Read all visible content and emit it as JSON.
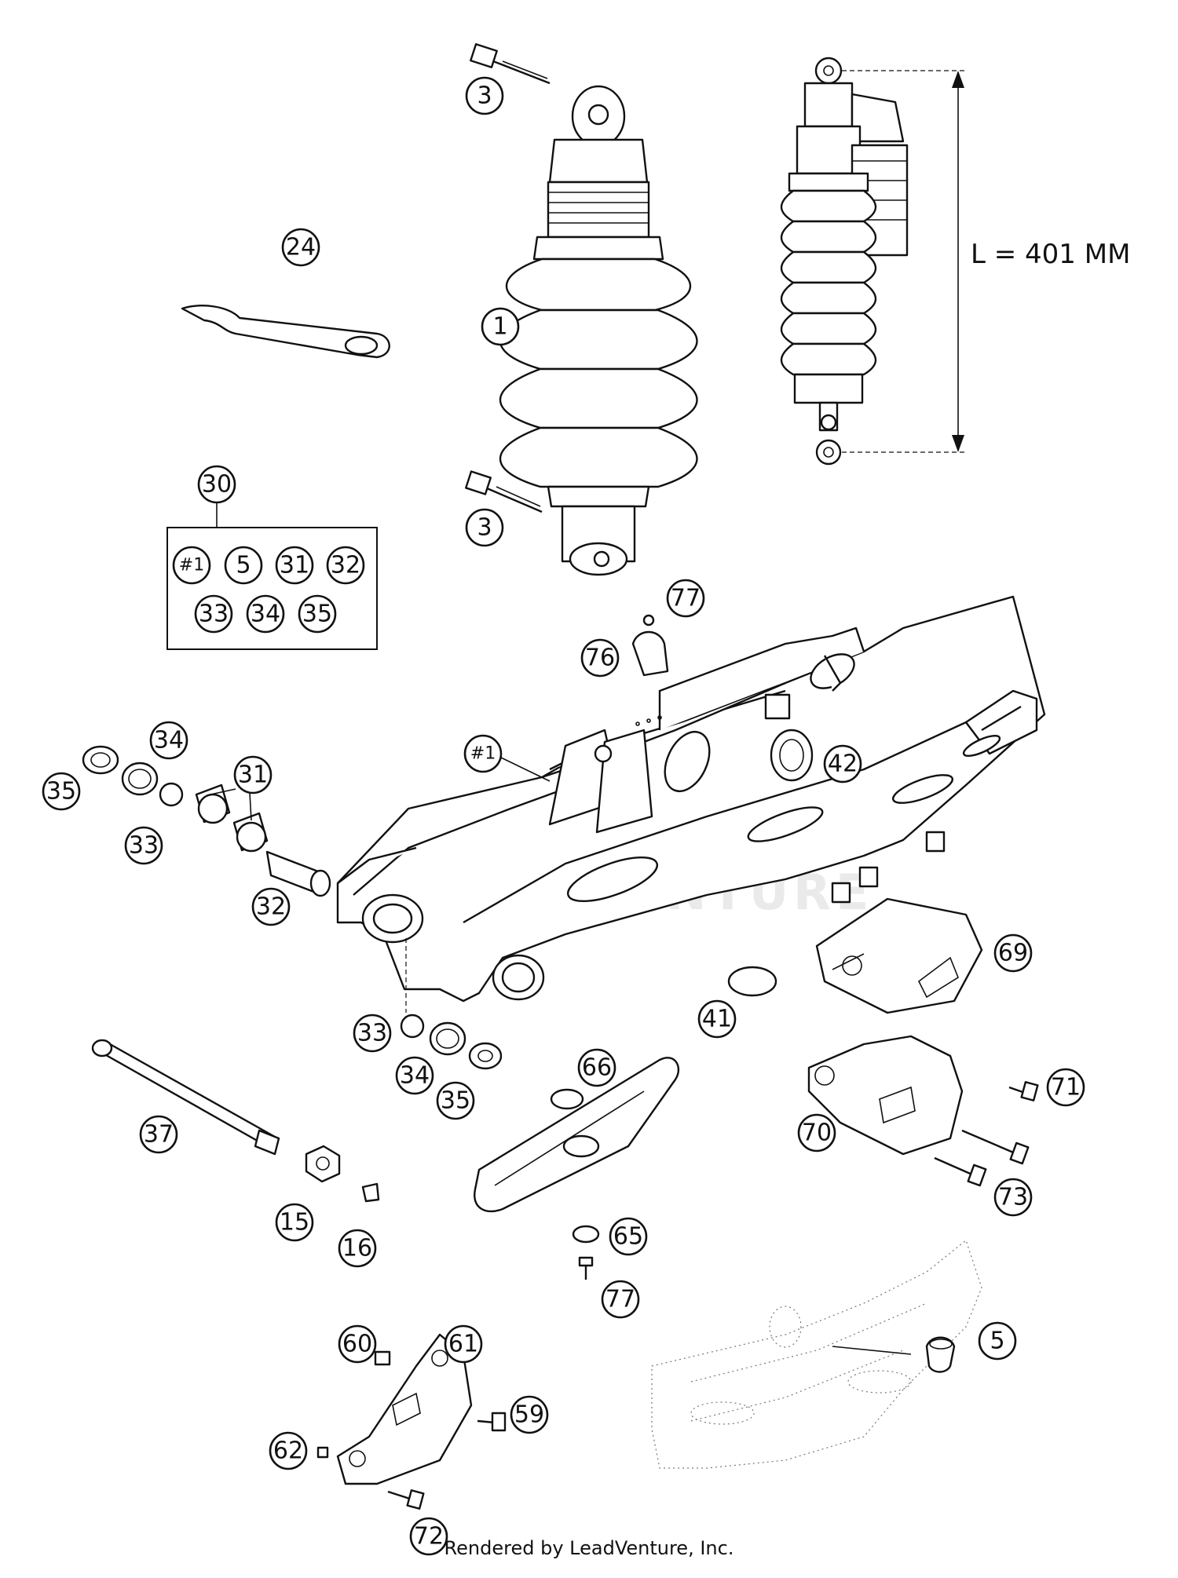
{
  "dimension": {
    "text": "L = 401 MM"
  },
  "watermark": {
    "text": "LEADVENTURE"
  },
  "footer": {
    "text": "Rendered by LeadVenture, Inc."
  },
  "callouts": {
    "c1": "1",
    "c3a": "3",
    "c3b": "3",
    "c5": "5",
    "c5b": "5",
    "c15": "15",
    "c16": "16",
    "c24": "24",
    "c30": "30",
    "k1": "#1",
    "k31": "31",
    "k32": "32",
    "k33": "33",
    "k34": "34",
    "k35": "35",
    "c31": "31",
    "c32": "32",
    "c33a": "33",
    "c33b": "33",
    "c34a": "34",
    "c34b": "34",
    "c35a": "35",
    "c35b": "35",
    "c37": "37",
    "c41": "41",
    "c42": "42",
    "c59": "59",
    "c60": "60",
    "c61": "61",
    "c62": "62",
    "c65": "65",
    "c66": "66",
    "c69": "69",
    "c70": "70",
    "c71": "71",
    "c72": "72",
    "c73": "73",
    "c76": "76",
    "c77a": "77",
    "c77b": "77",
    "cH1": "#1"
  }
}
